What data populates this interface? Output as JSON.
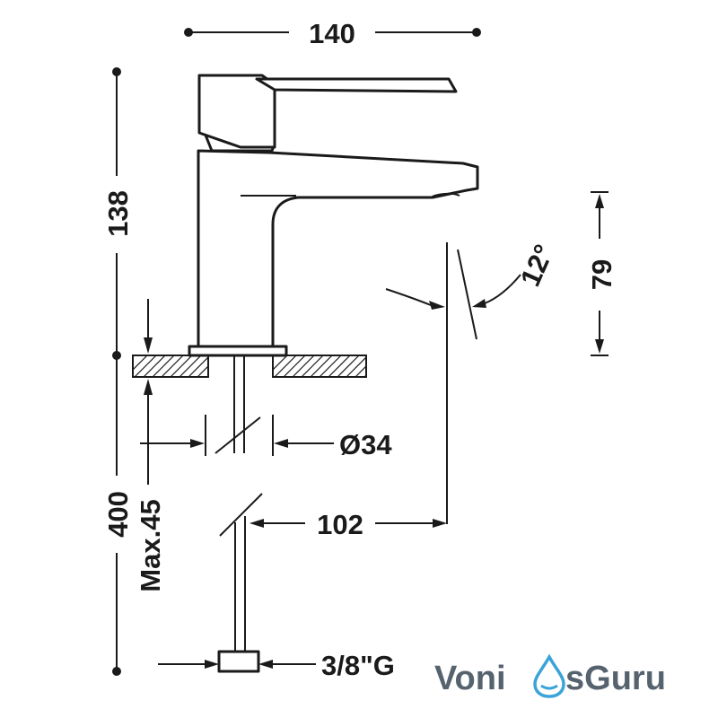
{
  "dimensions": {
    "width_top": "140",
    "height_body": "138",
    "total_height": "400",
    "max_thickness": "Max.45",
    "hole_diameter": "Ø34",
    "spout_reach": "102",
    "spout_height": "79",
    "angle": "12°",
    "connection": "3/8\"G"
  },
  "brand": {
    "part1": "Voni",
    "part2": "sGuru",
    "text_color": "#56626e",
    "drop_color": "#3aa4d8"
  },
  "colors": {
    "line": "#1a1a1a",
    "background": "#ffffff"
  }
}
